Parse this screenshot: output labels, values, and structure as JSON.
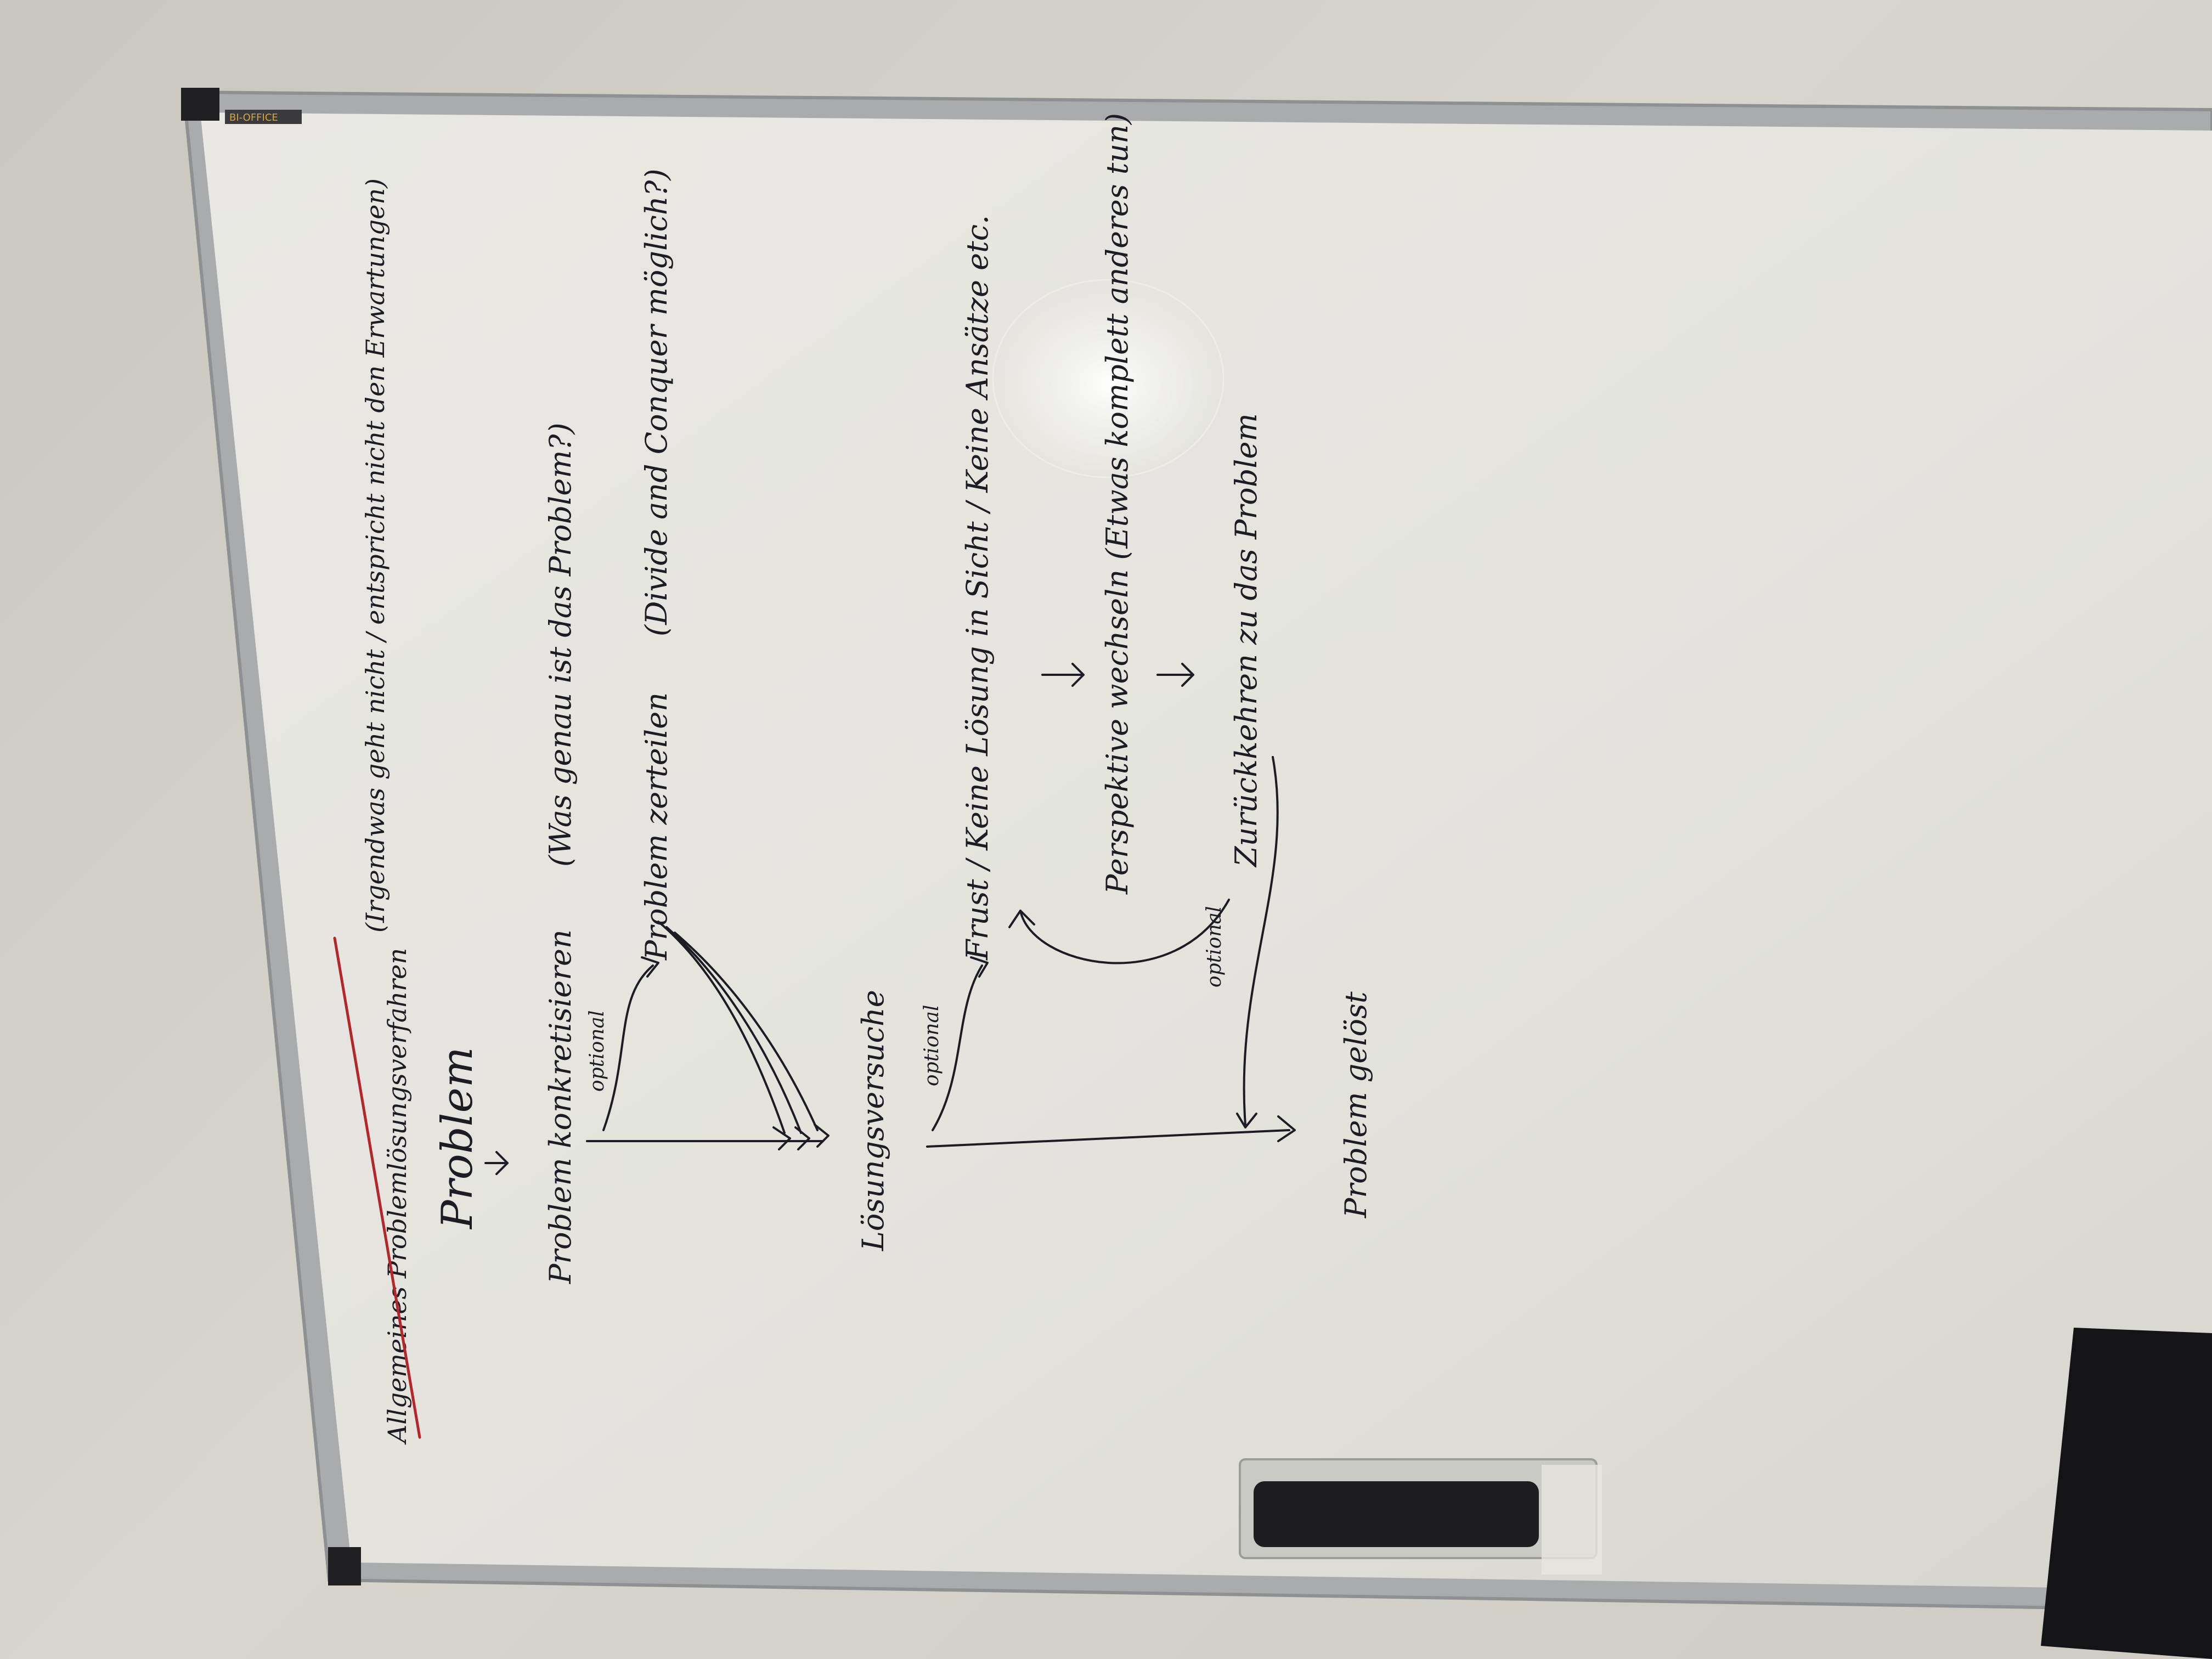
{
  "whiteboard": {
    "brand": "BI-OFFICE",
    "title": "Allgemeines Problemlösungsverfahren",
    "title_note": "(Irgendwas geht nicht / entspricht nicht den Erwartungen)",
    "line_problem": "Problem",
    "line_problem_note": "(Irgendwas geht nicht / entspricht nicht den Erwartungen)",
    "step_konkretisieren": "Problem konkretisieren",
    "step_konkretisieren_note": "(Was genau ist das Problem?)",
    "step_zerteilen": "Problem zerteilen",
    "step_zerteilen_note": "(Divide and Conquer möglich?)",
    "label_optional_1": "optional",
    "label_loesungsversuche": "Lösungsversuche",
    "label_optional_2": "optional",
    "step_frust": "Frust / Keine Lösung in Sicht / Keine Ansätze etc.",
    "step_perspektive": "Perspektive wechseln (Etwas komplett anderes tun)",
    "label_optional_3": "optional",
    "step_zurueck": "Zurückkehren zu das Problem",
    "label_geloest": "Problem gelöst",
    "colors": {
      "underline": "#b3262b",
      "ink": "#1c1c22",
      "board": "#e8e6e1",
      "frame": "#a9abad"
    }
  }
}
